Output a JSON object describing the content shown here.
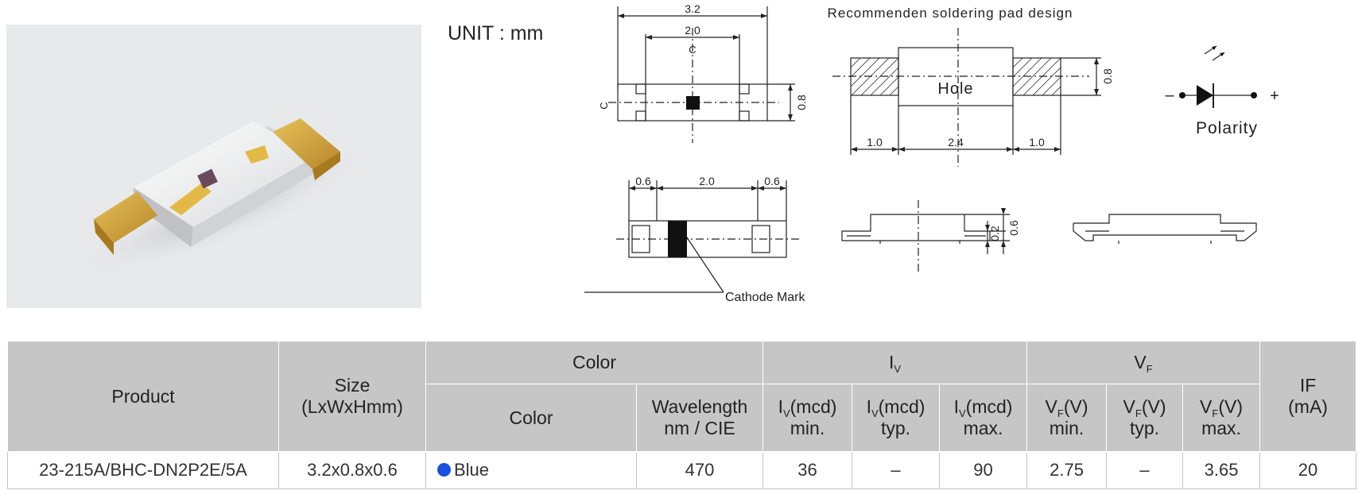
{
  "unit_label": "UNIT : mm",
  "drawing": {
    "top_view": {
      "length": "3.2",
      "inner_length": "2.0",
      "height": "0.8",
      "centerline_top": "C",
      "centerline_left": "C"
    },
    "pad_design": {
      "title": "Recommenden soldering pad design",
      "hole_label": "Hole",
      "pad_height": "0.8",
      "left_pad": "1.0",
      "gap": "2.4",
      "right_pad": "1.0"
    },
    "polarity": {
      "label": "Polarity",
      "minus": "–",
      "plus": "+"
    },
    "bottom_view": {
      "left_dim": "0.6",
      "center_dim": "2.0",
      "right_dim": "0.6",
      "cathode_label": "Cathode Mark"
    },
    "side_view": {
      "dim_small": "0.2",
      "dim_total": "0.6"
    }
  },
  "table": {
    "headers": {
      "product": "Product",
      "size_line1": "Size",
      "size_line2": "(LxWxHmm)",
      "color_group": "Color",
      "iv_group_main": "I",
      "iv_group_sub": "V",
      "vf_group_main": "V",
      "vf_group_sub": "F",
      "if_line1": "IF",
      "if_line2": "(mA)",
      "color": "Color",
      "wavelength_line1": "Wavelength",
      "wavelength_line2": "nm / CIE",
      "iv_min_unit": "(mcd)",
      "iv_min": "min.",
      "iv_typ_unit": "(mcd)",
      "iv_typ": "typ.",
      "iv_max_unit": "(mcd)",
      "iv_max": "max.",
      "vf_min_unit": "(V)",
      "vf_min": "min.",
      "vf_typ_unit": "(V)",
      "vf_typ": "typ.",
      "vf_max_unit": "(V)",
      "vf_max": "max."
    },
    "row": {
      "product": "23-215A/BHC-DN2P2E/5A",
      "size": "3.2x0.8x0.6",
      "color": "Blue",
      "color_hex": "#1a4fe0",
      "wavelength": "470",
      "iv_min": "36",
      "iv_typ": "–",
      "iv_max": "90",
      "vf_min": "2.75",
      "vf_typ": "–",
      "vf_max": "3.65",
      "if": "20"
    }
  }
}
